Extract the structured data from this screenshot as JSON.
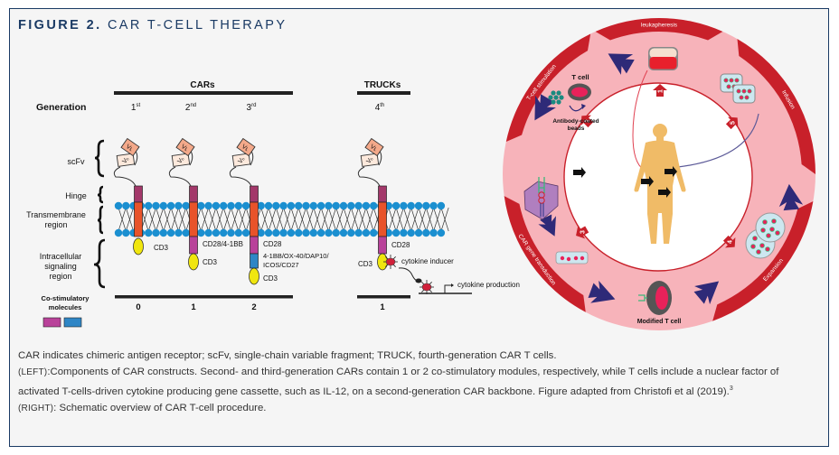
{
  "figure": {
    "label": "FIGURE 2.",
    "title": "CAR T-CELL THERAPY",
    "frame_color": "#1a3a64"
  },
  "left_panel": {
    "group_labels": {
      "cars": "CARs",
      "trucks": "TRUCKs"
    },
    "row_labels": {
      "generation": "Generation",
      "scfv": "scFv",
      "hinge": "Hinge",
      "transmembrane": [
        "Transmembrane",
        "region"
      ],
      "intracellular": [
        "Intracellular",
        "signaling",
        "region"
      ],
      "costim": [
        "Co-stimulatory",
        "molecules"
      ]
    },
    "generations": [
      {
        "num": "1",
        "suffix": "st",
        "costim_count": "0",
        "domains": [
          "CD3"
        ]
      },
      {
        "num": "2",
        "suffix": "nd",
        "costim_count": "1",
        "domains": [
          "CD28/4-1BB",
          "CD3"
        ]
      },
      {
        "num": "3",
        "suffix": "rd",
        "costim_count": "2",
        "domains": [
          "CD28",
          "4-1BB/OX-40/DAP10/",
          "ICOS/CD27",
          "CD3"
        ]
      },
      {
        "num": "4",
        "suffix": "th",
        "costim_count": "1",
        "domains": [
          "CD28",
          "CD3"
        ]
      }
    ],
    "scfv_parts": {
      "vl": "VL",
      "vh": "VH"
    },
    "truck_labels": {
      "inducer": "cytokine inducer",
      "production": "cytokine production"
    },
    "colors": {
      "hinge": "#a3386a",
      "transmembrane": "#e8532a",
      "costim_purple": "#b9429a",
      "costim_blue": "#2f86c6",
      "cd3_yellow": "#f0e60f",
      "lipid_head": "#1b8fd0",
      "vl": "#f4a98a",
      "vh": "#fde9dc"
    }
  },
  "right_panel": {
    "steps": [
      {
        "num": "1",
        "label": "leukapheresis"
      },
      {
        "num": "2",
        "label": "T-cell stimulation"
      },
      {
        "num": "3",
        "label": "CAR gene transduction"
      },
      {
        "num": "4",
        "label": "Expansion"
      },
      {
        "num": "5",
        "label": "Infusion"
      }
    ],
    "annotations": {
      "t_cell": "T cell",
      "beads": [
        "Antibody-coated",
        "beads"
      ],
      "modified": "Modified T cell"
    },
    "colors": {
      "ring": "#f7b3ba",
      "band": "#c8202a",
      "arrow": "#2e2a78",
      "body": "#f0bb67"
    }
  },
  "caption": {
    "line1": "CAR indicates chimeric antigen receptor; scFv, single-chain variable fragment; TRUCK, fourth-generation CAR T cells.",
    "left_tag": "(LEFT)",
    "left_text": ":Components of CAR constructs. Second- and third-generation CARs contain 1 or 2 co-stimulatory modules, respectively, while T cells include a nuclear factor of activated T-cells-driven cytokine producing gene cassette, such as IL-12, on a second-generation CAR backbone. Figure adapted from Christofi et al (2019).",
    "left_ref": "3",
    "right_tag": "(RIGHT)",
    "right_text": ": Schematic overview of CAR T-cell procedure."
  }
}
